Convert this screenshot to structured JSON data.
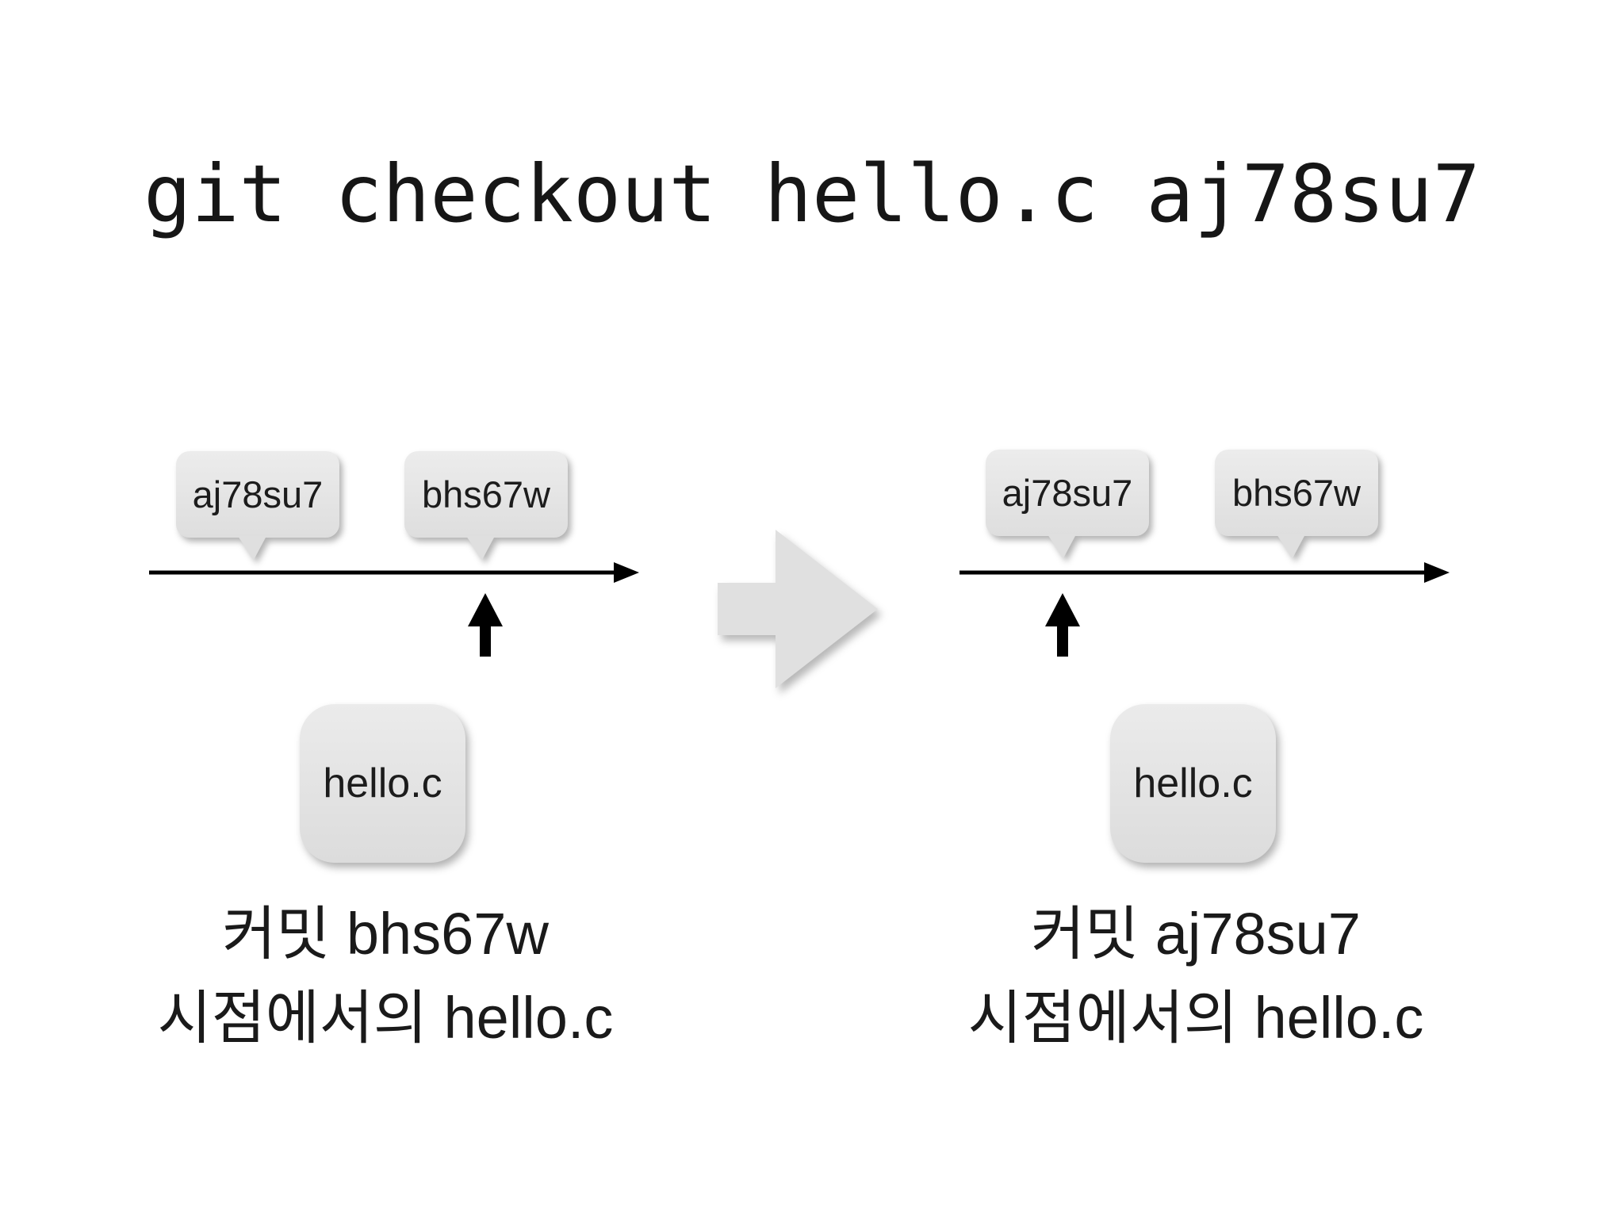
{
  "slide": {
    "title": "git checkout hello.c aj78su7"
  },
  "colors": {
    "background": "#ffffff",
    "shape_fill": "#e3e3e3",
    "shape_fill_light": "#ececec",
    "text": "#1a1a1a",
    "arrow_black": "#000000",
    "transition_arrow_fill": "#e0e0e0"
  },
  "left_diagram": {
    "commit_bubbles": [
      {
        "label": "aj78su7"
      },
      {
        "label": "bhs67w"
      }
    ],
    "file_box_label": "hello.c",
    "head_pointer_under": "bhs67w",
    "caption": {
      "line1": "커밋 bhs67w",
      "line2": "시점에서의 hello.c"
    }
  },
  "right_diagram": {
    "commit_bubbles": [
      {
        "label": "aj78su7"
      },
      {
        "label": "bhs67w"
      }
    ],
    "file_box_label": "hello.c",
    "head_pointer_under": "aj78su7",
    "caption": {
      "line1": "커밋 aj78su7",
      "line2": "시점에서의 hello.c"
    }
  },
  "transition": {
    "icon": "right-arrow"
  }
}
